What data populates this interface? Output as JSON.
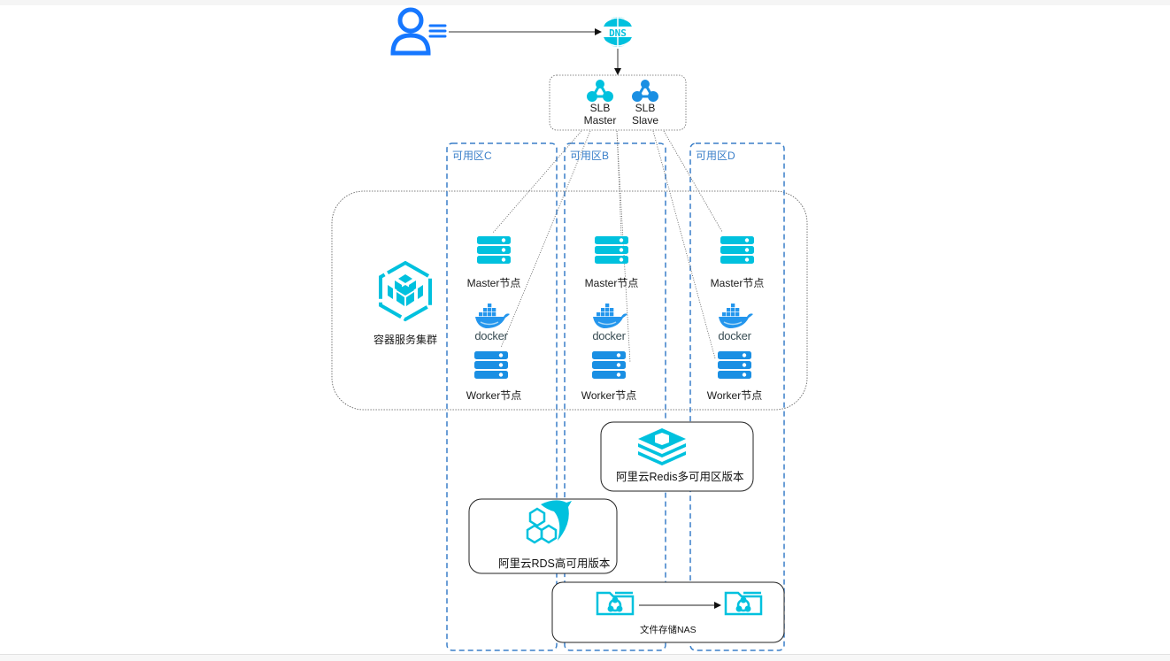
{
  "diagram": {
    "nodes": {
      "user": {
        "icon": "user-icon"
      },
      "dns": {
        "icon": "dns-globe-icon",
        "label": "DNS"
      },
      "slb_master": {
        "label_line1": "SLB",
        "label_line2": "Master"
      },
      "slb_slave": {
        "label_line1": "SLB",
        "label_line2": "Slave"
      },
      "cluster": {
        "label": "容器服务集群"
      },
      "redis": {
        "label": "阿里云Redis多可用区版本"
      },
      "rds": {
        "label": "阿里云RDS高可用版本"
      },
      "nas": {
        "label": "文件存储NAS"
      }
    },
    "zones": [
      {
        "id": "zone-c",
        "label": "可用区C",
        "master_label": "Master节点",
        "docker_label": "docker",
        "worker_label": "Worker节点"
      },
      {
        "id": "zone-b",
        "label": "可用区B",
        "master_label": "Master节点",
        "docker_label": "docker",
        "worker_label": "Worker节点"
      },
      {
        "id": "zone-d",
        "label": "可用区D",
        "master_label": "Master节点",
        "docker_label": "docker",
        "worker_label": "Worker节点"
      }
    ],
    "edges": [
      {
        "from": "user",
        "to": "dns",
        "style": "solid-arrow"
      },
      {
        "from": "dns",
        "to": "slb",
        "style": "solid-arrow"
      },
      {
        "from": "slb_master",
        "to": "zone-c master",
        "style": "dotted"
      },
      {
        "from": "slb_master",
        "to": "zone-c worker",
        "style": "dotted"
      },
      {
        "from": "slb",
        "to": "zone-b master",
        "style": "dotted"
      },
      {
        "from": "slb",
        "to": "zone-b worker",
        "style": "dotted"
      },
      {
        "from": "slb_slave",
        "to": "zone-d master",
        "style": "dotted"
      },
      {
        "from": "slb_slave",
        "to": "zone-d worker",
        "style": "dotted"
      },
      {
        "from": "nas primary",
        "to": "nas replica",
        "style": "solid-arrow"
      }
    ],
    "colors": {
      "cyan": "#00c1de",
      "blue": "#1a8fe3",
      "user_blue": "#1677ff",
      "zone_border": "#3a7fc9",
      "docker_blue": "#2496ed"
    }
  }
}
